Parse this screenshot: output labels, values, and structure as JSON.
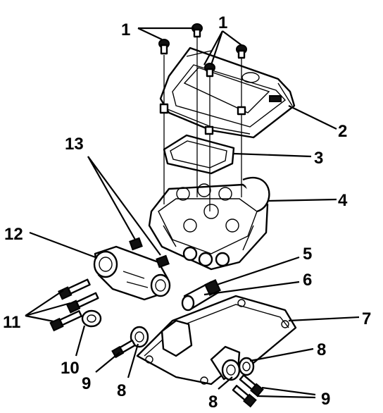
{
  "diagram": {
    "callouts": [
      {
        "id": "c1a",
        "text": "1"
      },
      {
        "id": "c1b",
        "text": "1"
      },
      {
        "id": "c2",
        "text": "2"
      },
      {
        "id": "c3",
        "text": "3"
      },
      {
        "id": "c4",
        "text": "4"
      },
      {
        "id": "c5",
        "text": "5"
      },
      {
        "id": "c6",
        "text": "6"
      },
      {
        "id": "c7",
        "text": "7"
      },
      {
        "id": "c8a",
        "text": "8"
      },
      {
        "id": "c8b",
        "text": "8"
      },
      {
        "id": "c8c",
        "text": "8"
      },
      {
        "id": "c9a",
        "text": "9"
      },
      {
        "id": "c9b",
        "text": "9"
      },
      {
        "id": "c10",
        "text": "10"
      },
      {
        "id": "c11",
        "text": "11"
      },
      {
        "id": "c12",
        "text": "12"
      },
      {
        "id": "c13",
        "text": "13"
      }
    ]
  }
}
